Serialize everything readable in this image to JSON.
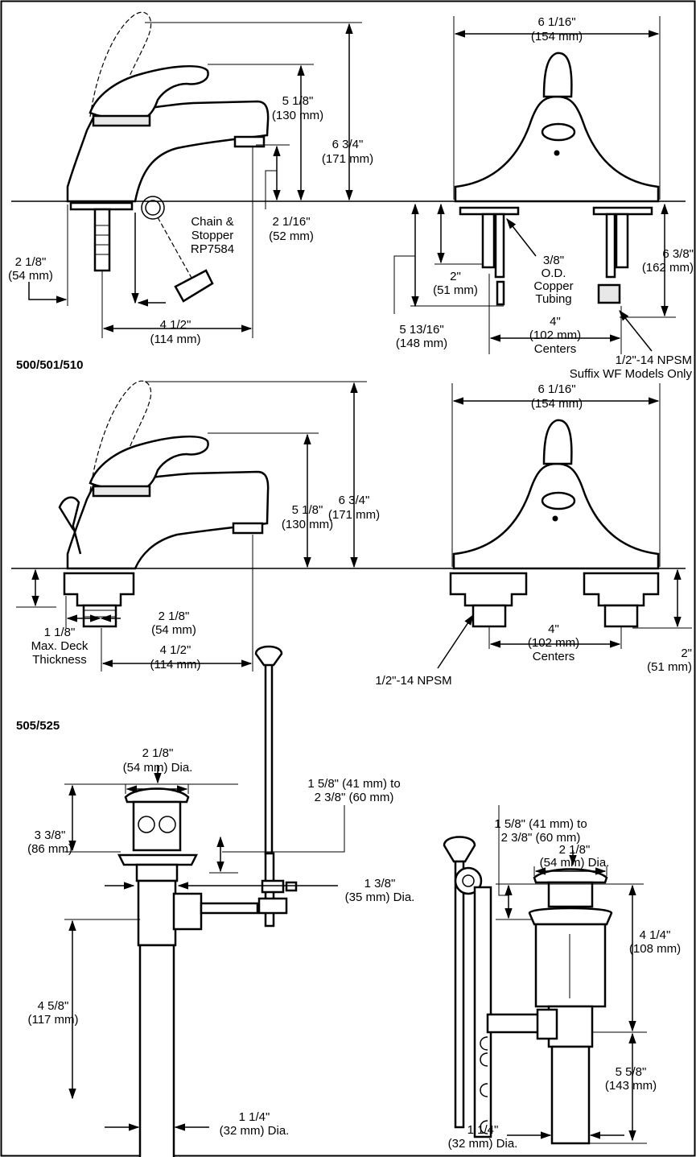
{
  "sections": [
    {
      "model_label": "500/501/510",
      "side_view": {
        "height_total": [
          "6 3/4\"",
          "(171 mm)"
        ],
        "height_spout": [
          "5 1/8\"",
          "(130 mm)"
        ],
        "aerator_clear": [
          "2 1/16\"",
          "(52 mm)"
        ],
        "shank_offset": [
          "2 1/8\"",
          "(54 mm)"
        ],
        "reach": [
          "4 1/2\"",
          "(114 mm)"
        ],
        "stopper_callout": [
          "Chain &",
          "Stopper",
          "RP7584"
        ]
      },
      "front_view": {
        "width": [
          "6 1/16\"",
          "(154 mm)"
        ],
        "shank_len": [
          "2\"",
          "(51 mm)"
        ],
        "tubing_callout": [
          "3/8\"",
          "O.D.",
          "Copper",
          "Tubing"
        ],
        "supply_len": [
          "5 13/16\"",
          "(148 mm)"
        ],
        "centers": [
          "4\"",
          "(102 mm)",
          "Centers"
        ],
        "right_len": [
          "6 3/8\"",
          "(162 mm)"
        ],
        "wf_callout": [
          "1/2\"-14 NPSM",
          "Suffix WF Models Only"
        ]
      }
    },
    {
      "model_label": "505/525",
      "side_view": {
        "height_total": [
          "6 3/4\"",
          "(171 mm)"
        ],
        "height_spout": [
          "5 1/8\"",
          "(130 mm)"
        ],
        "shank_offset": [
          "2 1/8\"",
          "(54 mm)"
        ],
        "deck": [
          "1 1/8\"",
          "Max. Deck",
          "Thickness"
        ],
        "reach": [
          "4 1/2\"",
          "(114 mm)"
        ]
      },
      "front_view": {
        "width": [
          "6 1/16\"",
          "(154 mm)"
        ],
        "centers": [
          "4\"",
          "(102 mm)",
          "Centers"
        ],
        "shank_len": [
          "2\"",
          "(51 mm)"
        ],
        "npsm_callout": "1/2\"-14 NPSM"
      }
    }
  ],
  "drain_left": {
    "flange_dia": [
      "2 1/8\"",
      "(54 mm) Dia."
    ],
    "lift_range": [
      "1 5/8\" (41 mm) to",
      "2 3/8\" (60 mm)"
    ],
    "flange_height": [
      "3 3/8\"",
      "(86 mm)"
    ],
    "body_dia": [
      "1 3/8\"",
      "(35 mm) Dia."
    ],
    "tail_len": [
      "4 5/8\"",
      "(117 mm)"
    ],
    "tail_dia": [
      "1 1/4\"",
      "(32 mm) Dia."
    ]
  },
  "drain_right": {
    "lift_range": [
      "1 5/8\" (41 mm) to",
      "2 3/8\" (60 mm)"
    ],
    "flange_dia": [
      "2 1/8\"",
      "(54 mm) Dia."
    ],
    "body_len": [
      "4 1/4\"",
      "(108 mm)"
    ],
    "tail_len": [
      "5 5/8\"",
      "(143 mm)"
    ],
    "tail_dia": [
      "1 1/4\"",
      "(32 mm) Dia."
    ]
  }
}
